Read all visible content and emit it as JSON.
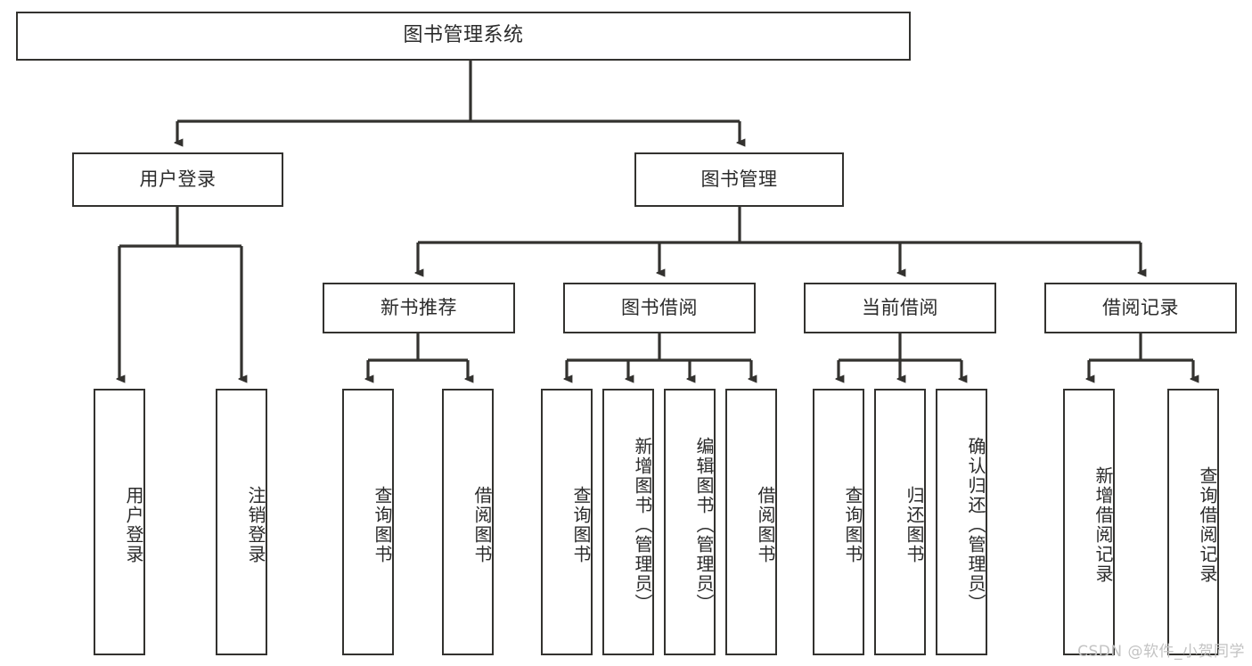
{
  "diagram": {
    "title": "图书管理系统",
    "type": "hierarchy-tree",
    "orientation": "top-down",
    "colors": {
      "box_border": "#33322f",
      "box_fill": "#ffffff",
      "edge": "#33322f",
      "text": "#2b2b2b",
      "watermark": "#c3c3c3"
    },
    "levels": {
      "root": {
        "label": "图书管理系统"
      },
      "level2": [
        {
          "id": "user-login",
          "label": "用户登录"
        },
        {
          "id": "book-manage",
          "label": "图书管理"
        }
      ],
      "level3": [
        {
          "id": "new-book-recommend",
          "label": "新书推荐",
          "parent": "book-manage"
        },
        {
          "id": "book-borrow",
          "label": "图书借阅",
          "parent": "book-manage"
        },
        {
          "id": "current-borrow",
          "label": "当前借阅",
          "parent": "book-manage"
        },
        {
          "id": "borrow-record",
          "label": "借阅记录",
          "parent": "book-manage"
        }
      ],
      "leaves": [
        {
          "id": "leaf-user-login",
          "label": "用户登录",
          "parent": "user-login"
        },
        {
          "id": "leaf-logout",
          "label": "注销登录",
          "parent": "user-login"
        },
        {
          "id": "leaf-query-book-1",
          "label": "查询图书",
          "parent": "new-book-recommend"
        },
        {
          "id": "leaf-borrow-book-1",
          "label": "借阅图书",
          "parent": "new-book-recommend"
        },
        {
          "id": "leaf-query-book-2",
          "label": "查询图书",
          "parent": "book-borrow"
        },
        {
          "id": "leaf-add-book",
          "label": "新增图书（管理员）",
          "parent": "book-borrow"
        },
        {
          "id": "leaf-edit-book",
          "label": "编辑图书（管理员）",
          "parent": "book-borrow"
        },
        {
          "id": "leaf-borrow-book-2",
          "label": "借阅图书",
          "parent": "book-borrow"
        },
        {
          "id": "leaf-query-book-3",
          "label": "查询图书",
          "parent": "current-borrow"
        },
        {
          "id": "leaf-return-book",
          "label": "归还图书",
          "parent": "current-borrow"
        },
        {
          "id": "leaf-confirm-return",
          "label": "确认归还（管理员）",
          "parent": "current-borrow"
        },
        {
          "id": "leaf-add-record",
          "label": "新增借阅记录",
          "parent": "borrow-record"
        },
        {
          "id": "leaf-query-record",
          "label": "查询借阅记录",
          "parent": "borrow-record"
        }
      ]
    }
  },
  "watermark": {
    "text": "CSDN @软件_小贺同学"
  }
}
